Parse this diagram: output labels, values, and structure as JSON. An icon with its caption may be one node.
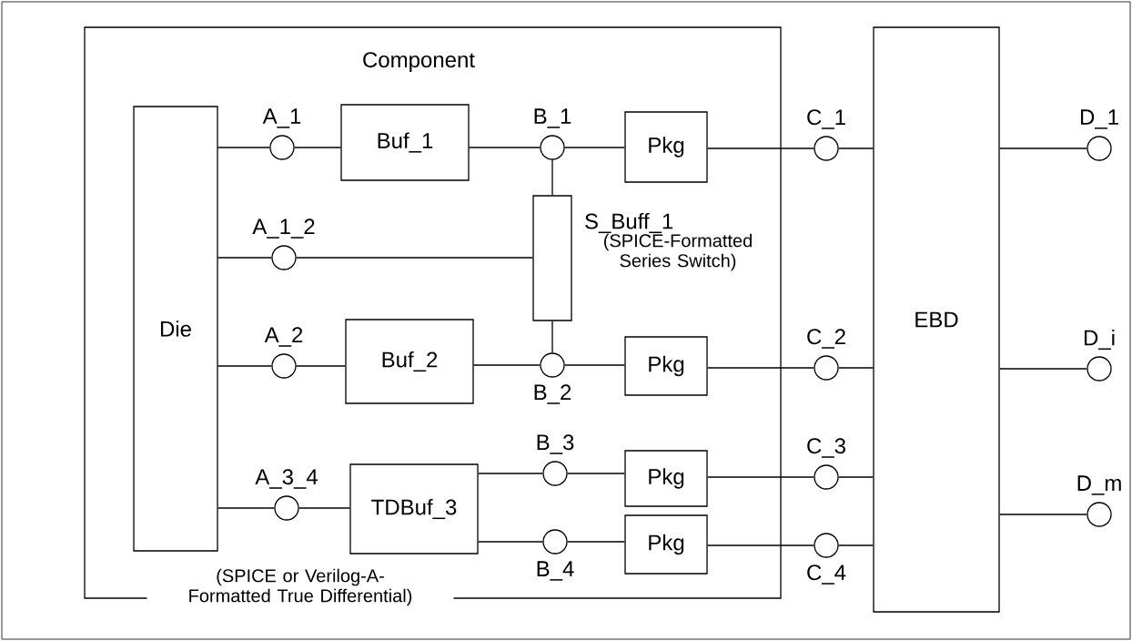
{
  "diagram": {
    "nodes": [
      {
        "text": [
          "Component"
        ]
      },
      {
        "text": [
          "Die"
        ],
        "in": 0
      },
      {
        "text": [
          "A_1"
        ],
        "in": 0
      },
      {
        "text": [
          "Buf_1"
        ],
        "in": 0
      },
      {
        "text": [
          "B_1"
        ],
        "in": 0
      },
      {
        "text": [
          "Pkg"
        ],
        "in": 0
      },
      {
        "text": [
          "A_1_2"
        ],
        "in": 0
      },
      {
        "text": [
          "S_Buff_1"
        ],
        "beside": [
          "(SPICE-Formatted Series Switch)"
        ],
        "in": 0
      },
      {
        "text": [
          "A_2"
        ],
        "in": 0
      },
      {
        "text": [
          "Buf_2"
        ],
        "in": 0
      },
      {
        "text": [
          "B_2"
        ],
        "in": 0
      },
      {
        "text": [
          "Pkg"
        ],
        "in": 0
      },
      {
        "text": [
          "A_3_4"
        ],
        "in": 0
      },
      {
        "text": [
          "TDBuf_3"
        ],
        "beside": [
          "(SPICE or Verilog-A-Formatted True Differential)"
        ],
        "in": 0
      },
      {
        "text": [
          "B_3"
        ],
        "in": 0
      },
      {
        "text": [
          "Pkg"
        ],
        "in": 0
      },
      {
        "text": [
          "B_4"
        ],
        "in": 0
      },
      {
        "text": [
          "Pkg"
        ],
        "in": 0
      },
      {
        "text": [
          "C_1"
        ]
      },
      {
        "text": [
          "C_2"
        ]
      },
      {
        "text": [
          "C_3"
        ]
      },
      {
        "text": [
          "C_4"
        ]
      },
      {
        "text": [
          "EBD"
        ]
      },
      {
        "text": [
          "D_1"
        ]
      },
      {
        "text": [
          "D_i"
        ]
      },
      {
        "text": [
          "D_m"
        ]
      }
    ],
    "edges": [
      {
        "from": 1,
        "to": 2,
        "arrow": "none"
      },
      {
        "from": 2,
        "to": 3,
        "arrow": "none"
      },
      {
        "from": 3,
        "to": 4,
        "arrow": "none"
      },
      {
        "from": 4,
        "to": 5,
        "arrow": "none"
      },
      {
        "from": 5,
        "to": 18,
        "arrow": "none"
      },
      {
        "from": 18,
        "to": 22,
        "arrow": "none"
      },
      {
        "from": 4,
        "to": 7,
        "arrow": "none"
      },
      {
        "from": 1,
        "to": 6,
        "arrow": "none"
      },
      {
        "from": 6,
        "to": 7,
        "arrow": "none"
      },
      {
        "from": 7,
        "to": 10,
        "arrow": "none"
      },
      {
        "from": 1,
        "to": 8,
        "arrow": "none"
      },
      {
        "from": 8,
        "to": 9,
        "arrow": "none"
      },
      {
        "from": 9,
        "to": 10,
        "arrow": "none"
      },
      {
        "from": 10,
        "to": 11,
        "arrow": "none"
      },
      {
        "from": 11,
        "to": 19,
        "arrow": "none"
      },
      {
        "from": 19,
        "to": 22,
        "arrow": "none"
      },
      {
        "from": 1,
        "to": 12,
        "arrow": "none"
      },
      {
        "from": 12,
        "to": 13,
        "arrow": "none"
      },
      {
        "from": 13,
        "to": 14,
        "arrow": "none"
      },
      {
        "from": 14,
        "to": 15,
        "arrow": "none"
      },
      {
        "from": 15,
        "to": 20,
        "arrow": "none"
      },
      {
        "from": 20,
        "to": 22,
        "arrow": "none"
      },
      {
        "from": 13,
        "to": 16,
        "arrow": "none"
      },
      {
        "from": 16,
        "to": 17,
        "arrow": "none"
      },
      {
        "from": 17,
        "to": 21,
        "arrow": "none"
      },
      {
        "from": 21,
        "to": 22,
        "arrow": "none"
      },
      {
        "from": 22,
        "to": 23,
        "arrow": "none"
      },
      {
        "from": 22,
        "to": 24,
        "arrow": "none"
      },
      {
        "from": 22,
        "to": 25,
        "arrow": "none"
      }
    ]
  }
}
